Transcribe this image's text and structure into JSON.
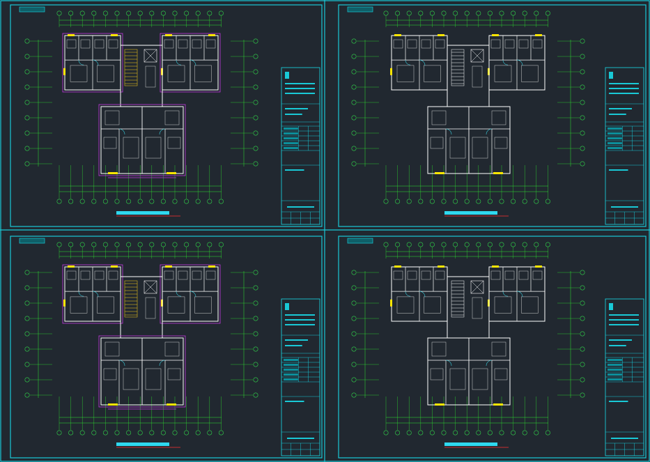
{
  "colors": {
    "background": "#212830",
    "sheet_border": "#19c9d6",
    "wall": "#ffffff",
    "dimension": "#2ee82e",
    "axis": "#32d74b",
    "furniture": "#cfcfcf",
    "door": "#3ad0e0",
    "window": "#ffe600",
    "outline": "#c23ae0",
    "stair": "#ffd21a",
    "title_text": "#6fe8ff",
    "title_underline": "#ff3030",
    "sheet_tag": "#19c9d6"
  },
  "sheets": [
    {
      "id": "top-left",
      "tag": "",
      "title": "",
      "scale": "",
      "plan_style": "color"
    },
    {
      "id": "top-right",
      "tag": "",
      "title": "",
      "scale": "",
      "plan_style": "white"
    },
    {
      "id": "bottom-left",
      "tag": "",
      "title": "",
      "scale": "",
      "plan_style": "color"
    },
    {
      "id": "bottom-right",
      "tag": "",
      "title": "",
      "scale": "",
      "plan_style": "white"
    }
  ],
  "icons": {
    "axis_bubble": "axis-grid-bubble-icon",
    "door_swing": "door-swing-icon",
    "stair": "stair-icon"
  }
}
